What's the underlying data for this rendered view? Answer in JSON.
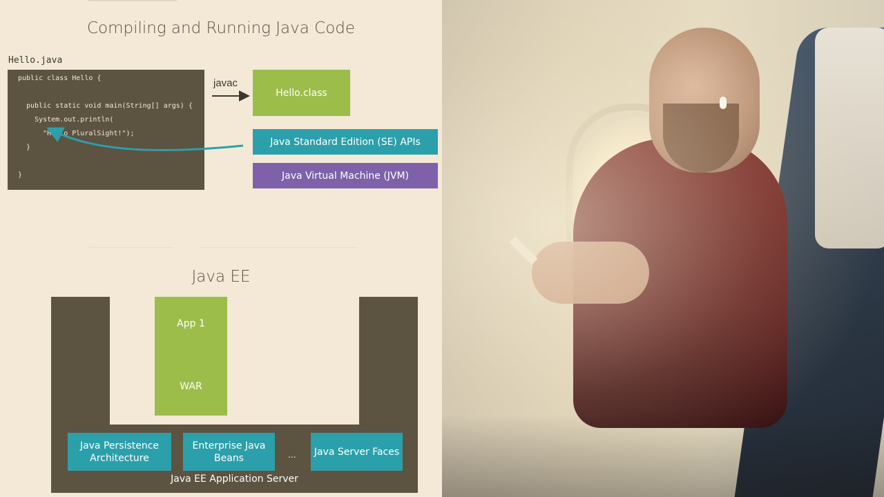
{
  "slide": {
    "title": "Compiling and Running Java Code",
    "filename": "Hello.java",
    "code_lines": [
      "public class Hello {",
      "  public static void main(String[] args) {",
      "    System.out.println(",
      "      \"Hello PluralSight!\");",
      "  }",
      "}"
    ],
    "compiler_label": "javac",
    "output_class": "Hello.class",
    "se_apis": "Java Standard Edition (SE) APIs",
    "jvm": "Java Virtual Machine (JVM)",
    "ee_title": "Java EE",
    "app_name": "App 1",
    "app_package": "WAR",
    "services": [
      "Java Persistence Architecture",
      "Enterprise Java Beans",
      "Java Server Faces"
    ],
    "ellipsis": "...",
    "server_label": "Java EE Application Server",
    "colors": {
      "code_bg": "#5c5341",
      "green": "#9cbd49",
      "teal": "#2ba0ab",
      "purple": "#7f61a9",
      "background": "#f3e9d6"
    }
  },
  "photo": {
    "subject": "man-using-phone-on-airplane"
  }
}
